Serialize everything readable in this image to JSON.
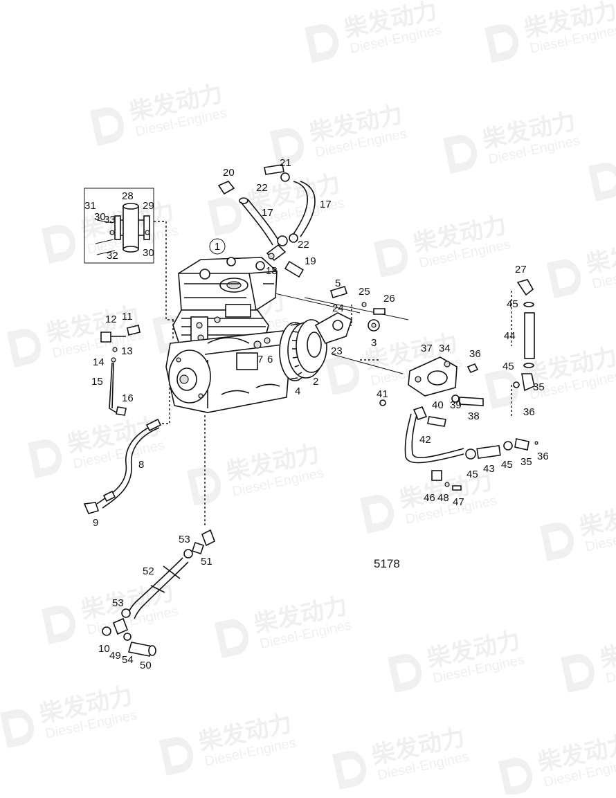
{
  "watermark": {
    "cn": "柴发动力",
    "en": "Diesel-Engines"
  },
  "diagram": {
    "figure_number": "5178",
    "circled_label": "1",
    "labels": [
      "2",
      "3",
      "4",
      "5",
      "6",
      "7",
      "8",
      "9",
      "10",
      "11",
      "12",
      "13",
      "14",
      "15",
      "16",
      "17",
      "17",
      "18",
      "19",
      "20",
      "21",
      "22",
      "22",
      "23",
      "24",
      "25",
      "26",
      "27",
      "28",
      "29",
      "30",
      "30",
      "31",
      "32",
      "33",
      "34",
      "35",
      "35",
      "36",
      "36",
      "36",
      "37",
      "38",
      "39",
      "40",
      "41",
      "42",
      "43",
      "44",
      "45",
      "45",
      "45",
      "45",
      "46",
      "47",
      "48",
      "49",
      "50",
      "51",
      "52",
      "53",
      "53",
      "54"
    ]
  }
}
